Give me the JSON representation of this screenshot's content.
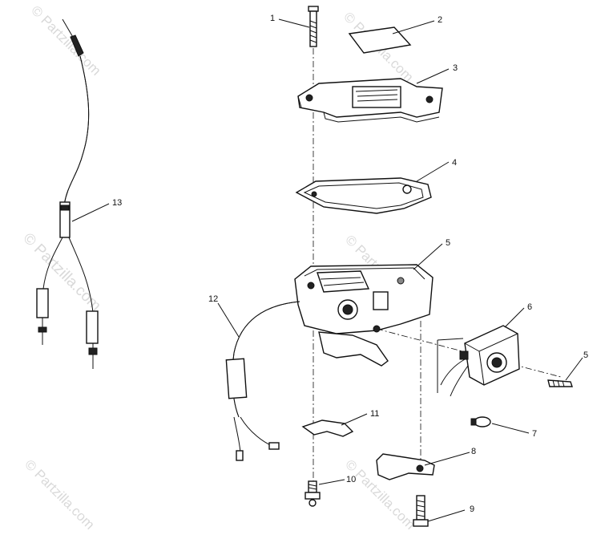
{
  "watermarks": {
    "top_center": "© Partzilla.com",
    "left_vertical": "© Partzilla.com",
    "top_left": "© Partzilla.com",
    "center": "© Partzilla.com",
    "bottom_left": "© Partzilla.com",
    "bottom_center": "© Partzilla.com"
  },
  "callouts": {
    "c1": "1",
    "c2": "2",
    "c3": "3",
    "c4": "4",
    "c5a": "5",
    "c5b": "5",
    "c6": "6",
    "c7": "7",
    "c8": "8",
    "c9": "9",
    "c10": "10",
    "c11": "11",
    "c12": "12",
    "c13": "13"
  }
}
